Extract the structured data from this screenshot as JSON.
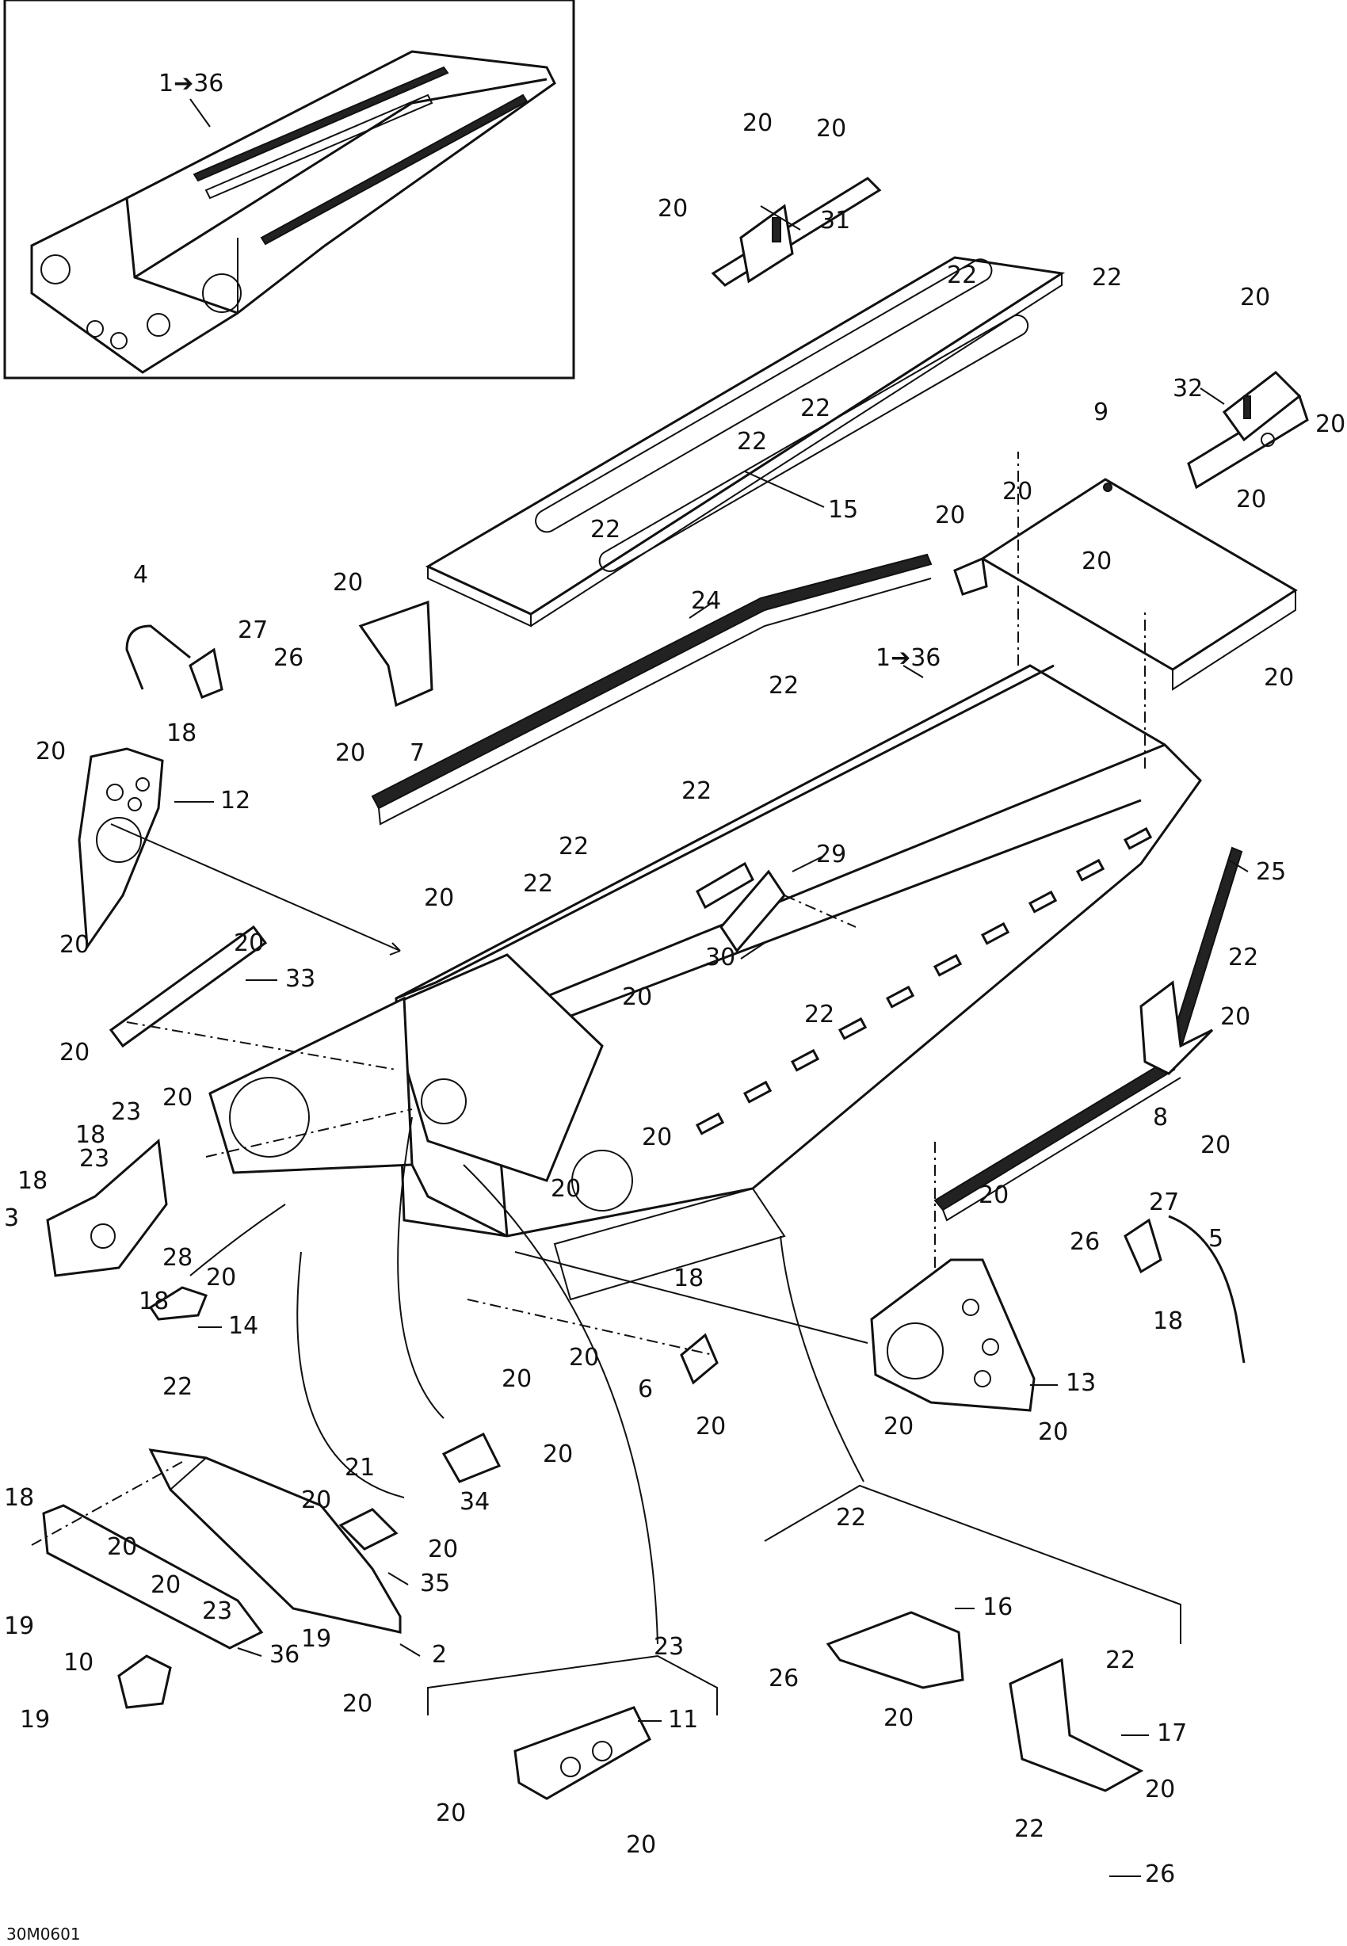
{
  "inset_label": "1➔36",
  "main_label": "1➔36",
  "diagram_code": "30M0601",
  "labels": {
    "n2": "2",
    "n3": "3",
    "n4": "4",
    "n5": "5",
    "n6": "6",
    "n7": "7",
    "n8": "8",
    "n9": "9",
    "n10": "10",
    "n11": "11",
    "n12": "12",
    "n13": "13",
    "n14": "14",
    "n15": "15",
    "n16": "16",
    "n17": "17",
    "n18": "18",
    "n19": "19",
    "n20": "20",
    "n21": "21",
    "n22": "22",
    "n23": "23",
    "n24": "24",
    "n25": "25",
    "n26": "26",
    "n27": "27",
    "n28": "28",
    "n29": "29",
    "n30": "30",
    "n31": "31",
    "n32": "32",
    "n33": "33",
    "n34": "34",
    "n35": "35",
    "n36": "36"
  }
}
